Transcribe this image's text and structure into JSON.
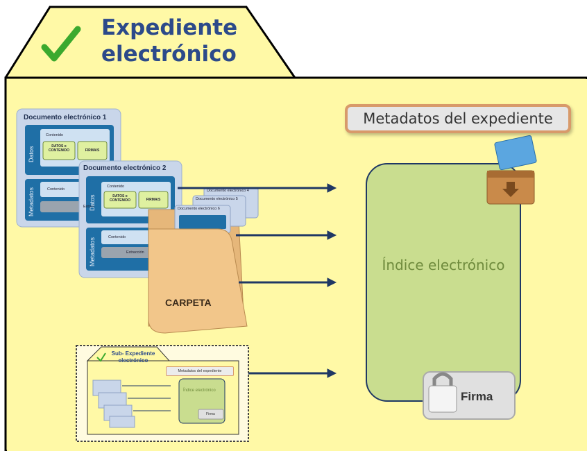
{
  "header": {
    "title_line1": "Expediente",
    "title_line2": "electrónico"
  },
  "metadata_box": "Metadatos del expediente",
  "index_label": "Índice electrónico",
  "signature_label": "Firma",
  "folder_label": "CARPETA",
  "doc1": {
    "title": "Documento electrónico 1",
    "datos_label": "Datos",
    "metadatos_label": "Metadatos",
    "contenido": "Contenido",
    "datos_contenido": "DATOS o CONTENIDO",
    "firmas": "FIRMA/S",
    "extra": "Extras"
  },
  "doc2": {
    "title": "Documento electrónico 2",
    "datos_label": "Datos",
    "metadatos_label": "Metadatos",
    "contenido": "Contenido",
    "datos_contenido": "DATOS o CONTENIDO",
    "firmas": "FIRMA/S",
    "extra": "Extracción"
  },
  "small_docs": [
    "Documento electrónico 4",
    "Documento electrónico 5",
    "Documento electrónico 6"
  ],
  "sub_expediente": {
    "title": "Sub- Expediente electrónico",
    "metadata": "Metadatos del expediente",
    "index": "Índice electrónico",
    "firma": "Firma"
  },
  "colors": {
    "panel_bg": "#fff9a6",
    "title_text": "#2c4a8a",
    "index_fill": "#c9dd8f",
    "arrow": "#1f3864",
    "check": "#3ba92e"
  }
}
